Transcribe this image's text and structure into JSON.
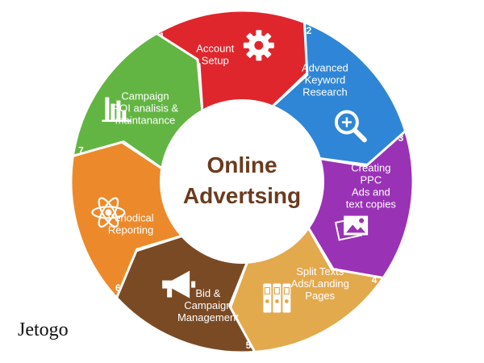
{
  "diagram": {
    "center": {
      "line1": "Online",
      "line2": "Advertsing"
    },
    "segments": [
      {
        "number": "1",
        "label_lines": [
          "Account",
          "Setup"
        ],
        "icon": "gear-icon",
        "color": "#e0262d"
      },
      {
        "number": "2",
        "label_lines": [
          "Advanced",
          "Keyword",
          "Research"
        ],
        "icon": "magnifier-icon",
        "color": "#2f86d6"
      },
      {
        "number": "3",
        "label_lines": [
          "Creating",
          "PPC",
          "Ads and",
          "text copies"
        ],
        "icon": "image-icon",
        "color": "#9a32b6"
      },
      {
        "number": "4",
        "label_lines": [
          "Split Texts",
          "Ads/Landing",
          "Pages"
        ],
        "icon": "binders-icon",
        "color": "#e3a94d"
      },
      {
        "number": "5",
        "label_lines": [
          "Bid &",
          "Campaign",
          "Management"
        ],
        "icon": "megaphone-icon",
        "color": "#7a4a24"
      },
      {
        "number": "6",
        "label_lines": [
          "Periodical",
          "Reporting"
        ],
        "icon": "atom-icon",
        "color": "#ec8a2b"
      },
      {
        "number": "7",
        "label_lines": [
          "Campaign",
          "ROI analisis &",
          "maintanance"
        ],
        "icon": "bar-chart-icon",
        "color": "#63b543"
      }
    ]
  },
  "brand": {
    "text": "Jetogo"
  }
}
